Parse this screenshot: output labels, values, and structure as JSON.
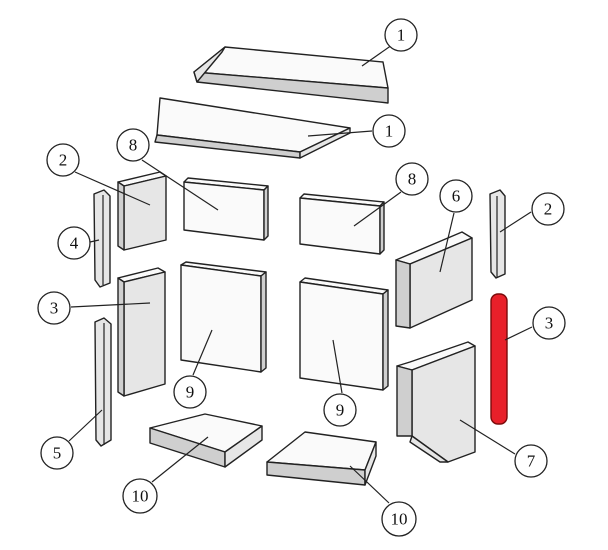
{
  "highlight_color": "#e8202a",
  "callouts": [
    "1",
    "1",
    "2",
    "8",
    "8",
    "6",
    "2",
    "4",
    "3",
    "3",
    "9",
    "9",
    "5",
    "7",
    "10",
    "10"
  ]
}
